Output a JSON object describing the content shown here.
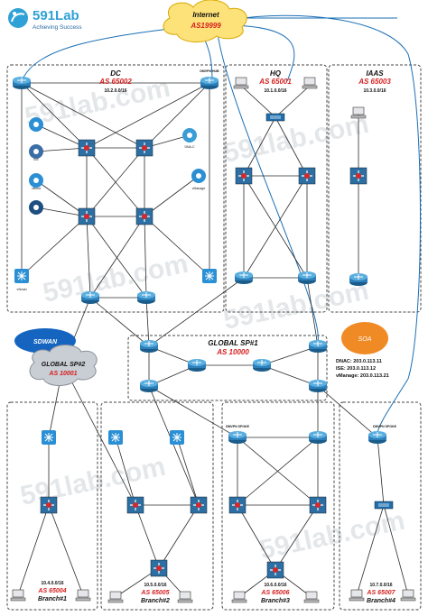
{
  "logo": {
    "brand": "591Lab",
    "tagline": "Achieving Success"
  },
  "watermark": "591lab.com",
  "internet": {
    "title": "Internet",
    "as": "AS19999"
  },
  "sites": {
    "dc": {
      "name": "DC",
      "as": "AS 65002",
      "subnet": "10.2.0.0/16"
    },
    "hq": {
      "name": "HQ",
      "as": "AS 65001",
      "subnet": "10.1.0.0/16"
    },
    "iaas": {
      "name": "IAAS",
      "as": "AS 65003",
      "subnet": "10.3.0.0/16"
    },
    "global_sp1": {
      "name": "GLOBAL SP#1",
      "as": "AS 10000"
    },
    "global_sp2": {
      "name": "GLOBAL SP#2",
      "as": "AS 10001"
    },
    "branch1": {
      "subnet": "10.4.0.0/16",
      "as": "AS 65004",
      "name": "Branch#1"
    },
    "branch2": {
      "subnet": "10.5.0.0/16",
      "as": "AS 65005",
      "name": "Branch#2"
    },
    "branch3": {
      "subnet": "10.6.0.0/16",
      "as": "AS 65006",
      "name": "Branch#3"
    },
    "branch4": {
      "subnet": "10.7.0.0/16",
      "as": "AS 65007",
      "name": "Branch#4"
    }
  },
  "clouds": {
    "sdwan": "SDWAN",
    "soa": "SOA"
  },
  "services": {
    "dnac": "DNAC: 203.0.113.11",
    "ise": "ISE: 203.0.113.12",
    "vmanage": "vManage: 203.0.113.21"
  },
  "labels": {
    "dmvpn_hub": "DMVPN HUB",
    "dmvpn_spoke": "DMVPN SPOKE",
    "dna_c": "DNA-C",
    "ise": "ISE",
    "vmanage": "vManage",
    "vbond": "vBond",
    "vsmart": "vSmart"
  },
  "colors": {
    "router": "#2c7fb8",
    "switch": "#1f6fae",
    "l3switch": "#2d6ea3",
    "link": "#2b2b2b",
    "internet_link": "#1b6fb5",
    "internet_cloud": "#fde27a",
    "sp2_cloud": "#c9cdd4",
    "sdwan_cloud": "#1565c0",
    "soa_cloud": "#f08a24",
    "as_red": "#d61f1f"
  }
}
